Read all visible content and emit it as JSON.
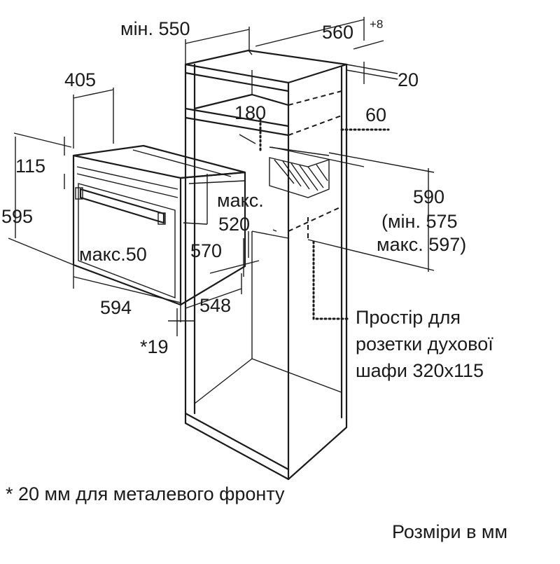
{
  "dimensions": {
    "min_550": "мін. 550",
    "d560": "560",
    "d560_sup": "+8",
    "d20": "20",
    "d405": "405",
    "d180": "180",
    "d60": "60",
    "d115": "115",
    "d595": "595",
    "max_label": "макс.",
    "d520": "520",
    "d590": "590",
    "min_575": "(мін. 575",
    "max_597": "макс. 597)",
    "max50": "макс.50",
    "d570": "570",
    "d594": "594",
    "d548": "548",
    "star19": "*19"
  },
  "socket_note": {
    "line1": "Простір для",
    "line2": "розетки духової",
    "line3": "шафи 320x115"
  },
  "footnote": "* 20 мм для металевого фронту",
  "units_note": "Розміри в мм"
}
